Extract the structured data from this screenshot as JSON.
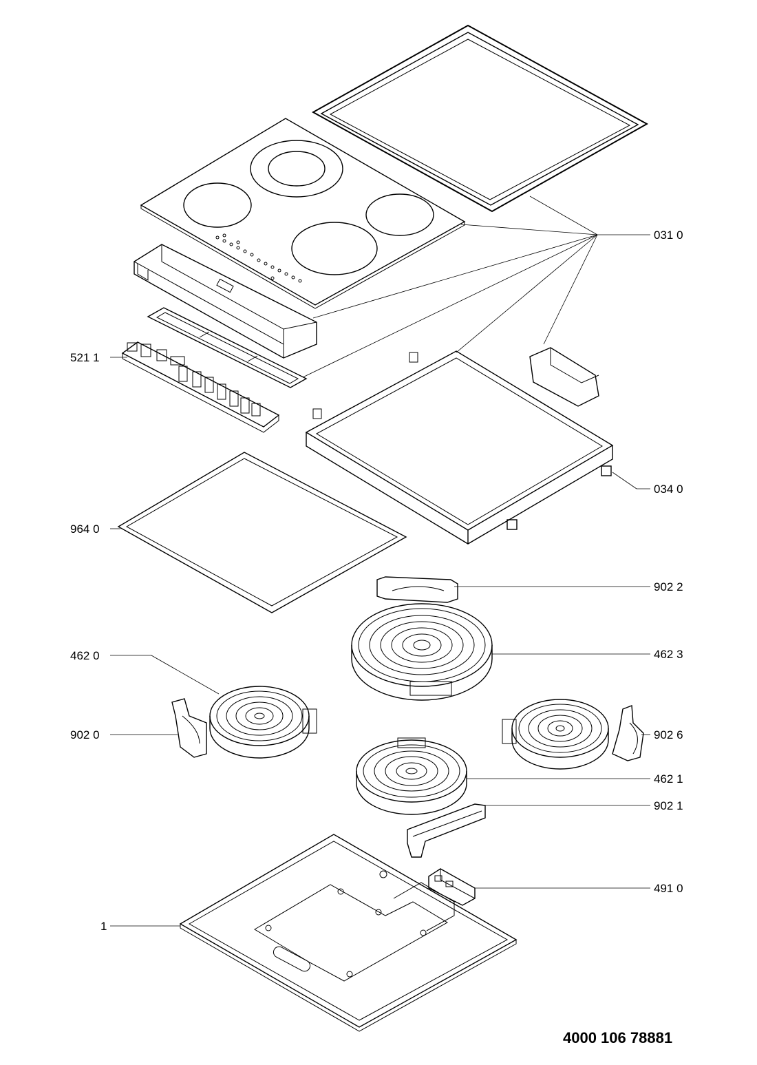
{
  "labels": {
    "glass_top": "031 0",
    "control_board": "521 1",
    "bracket_clip": "034 0",
    "gasket": "964 0",
    "bracket_large_zone": "902 2",
    "heating_element_large": "462 3",
    "heating_element_left": "462 0",
    "bracket_left": "902 0",
    "bracket_right": "902 6",
    "heating_element_front": "462 1",
    "bracket_front": "902 1",
    "terminal_block": "491 0",
    "base_pan": "1"
  },
  "document_number": "4000 106 78881"
}
